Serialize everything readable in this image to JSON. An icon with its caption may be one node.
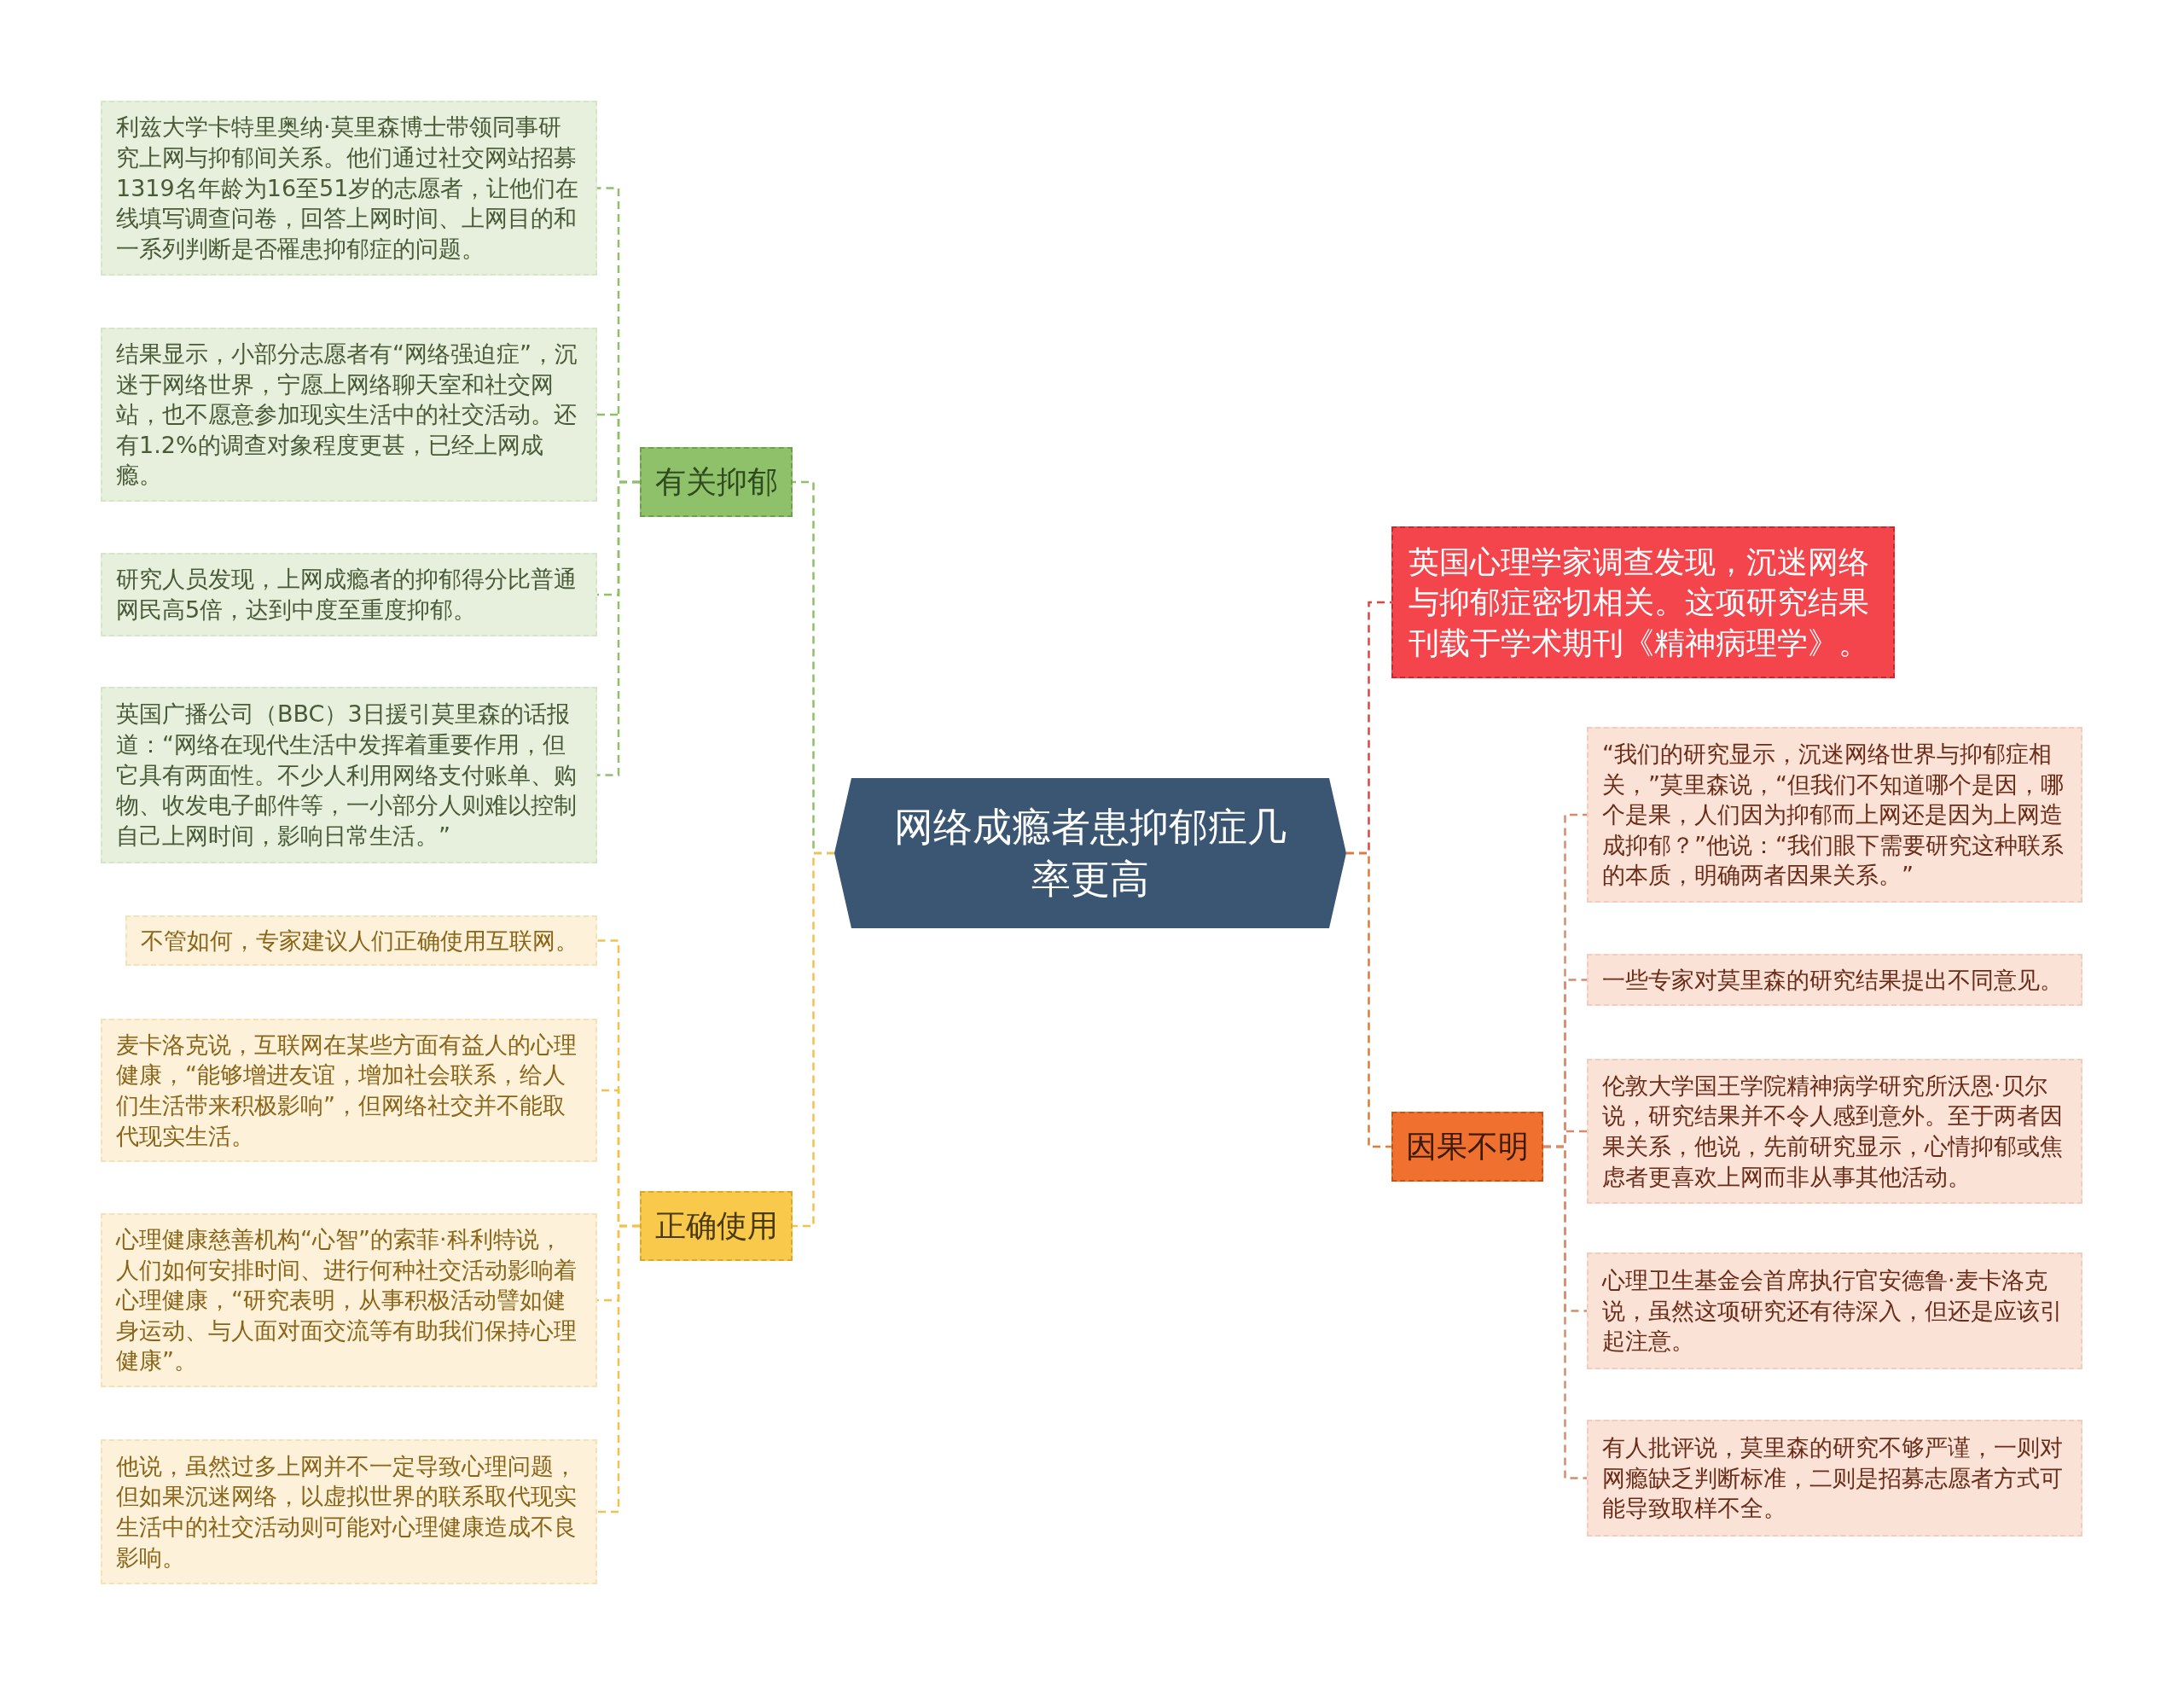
{
  "diagram": {
    "nodes": [
      {
        "text": [
          "网络成瘾者患抑郁症几率更高"
        ]
      },
      {
        "text": [
          "有关抑郁"
        ]
      },
      {
        "text": [
          "利兹大学卡特里奥纳·莫里森博士带领同事研究上网与抑郁间关系。他们通过社交网站招募1319名年龄为16至51岁的志愿者，让他们在线填写调查问卷，回答上网时间、上网目的和一系列判断是否罹患抑郁症的问题。"
        ]
      },
      {
        "text": [
          "结果显示，小部分志愿者有“网络强迫症”，沉迷于网络世界，宁愿上网络聊天室和社交网站，也不愿意参加现实生活中的社交活动。还有1.2%的调查对象程度更甚，已经上网成瘾。"
        ]
      },
      {
        "text": [
          "研究人员发现，上网成瘾者的抑郁得分比普通网民高5倍，达到中度至重度抑郁。"
        ]
      },
      {
        "text": [
          "英国广播公司（BBC）3日援引莫里森的话报道：“网络在现代生活中发挥着重要作用，但它具有两面性。不少人利用网络支付账单、购物、收发电子邮件等，一小部分人则难以控制自己上网时间，影响日常生活。”"
        ]
      },
      {
        "text": [
          "正确使用"
        ]
      },
      {
        "text": [
          "不管如何，专家建议人们正确使用互联网。"
        ]
      },
      {
        "text": [
          "麦卡洛克说，互联网在某些方面有益人的心理健康，“能够增进友谊，增加社会联系，给人们生活带来积极影响”，但网络社交并不能取代现实生活。"
        ]
      },
      {
        "text": [
          "心理健康慈善机构“心智”的索菲·科利特说，人们如何安排时间、进行何种社交活动影响着心理健康，“研究表明，从事积极活动譬如健身运动、与人面对面交流等有助我们保持心理健康”。"
        ]
      },
      {
        "text": [
          "他说，虽然过多上网并不一定导致心理问题，但如果沉迷网络，以虚拟世界的联系取代现实生活中的社交活动则可能对心理健康造成不良影响。"
        ]
      },
      {
        "text": [
          "英国心理学家调查发现，沉迷网络与抑郁症密切相关。这项研究结果刊载于学术期刊《精神病理学》。"
        ]
      },
      {
        "text": [
          "因果不明"
        ]
      },
      {
        "text": [
          "“我们的研究显示，沉迷网络世界与抑郁症相关，”莫里森说，“但我们不知道哪个是因，哪个是果，人们因为抑郁而上网还是因为上网造成抑郁？”他说：“我们眼下需要研究这种联系的本质，明确两者因果关系。”"
        ]
      },
      {
        "text": [
          "一些专家对莫里森的研究结果提出不同意见。"
        ]
      },
      {
        "text": [
          "伦敦大学国王学院精神病学研究所沃恩·贝尔说，研究结果并不令人感到意外。至于两者因果关系，他说，先前研究显示，心情抑郁或焦虑者更喜欢上网而非从事其他活动。"
        ]
      },
      {
        "text": [
          "心理卫生基金会首席执行官安德鲁·麦卡洛克说，虽然这项研究还有待深入，但还是应该引起注意。"
        ]
      },
      {
        "text": [
          "有人批评说，莫里森的研究不够严谨，一则对网瘾缺乏判断标准，二则是招募志愿者方式可能导致取样不全。"
        ]
      }
    ],
    "edges": [
      {
        "from": 0,
        "to": 1,
        "arrow": "none",
        "style": "dashed",
        "color": "#8fbf6a"
      },
      {
        "from": 1,
        "to": 2,
        "arrow": "none",
        "style": "dashed",
        "color": "#8fbf6a"
      },
      {
        "from": 1,
        "to": 3,
        "arrow": "none",
        "style": "dashed",
        "color": "#8fbf6a"
      },
      {
        "from": 1,
        "to": 4,
        "arrow": "none",
        "style": "dashed",
        "color": "#8fbf6a"
      },
      {
        "from": 1,
        "to": 5,
        "arrow": "none",
        "style": "dashed",
        "color": "#8fbf6a"
      },
      {
        "from": 0,
        "to": 6,
        "arrow": "none",
        "style": "dashed",
        "color": "#f2c14e"
      },
      {
        "from": 6,
        "to": 7,
        "arrow": "none",
        "style": "dashed",
        "color": "#f2c14e"
      },
      {
        "from": 6,
        "to": 8,
        "arrow": "none",
        "style": "dashed",
        "color": "#f2c14e"
      },
      {
        "from": 6,
        "to": 9,
        "arrow": "none",
        "style": "dashed",
        "color": "#f2c14e"
      },
      {
        "from": 6,
        "to": 10,
        "arrow": "none",
        "style": "dashed",
        "color": "#f2c14e"
      },
      {
        "from": 0,
        "to": 11,
        "arrow": "none",
        "style": "dashed",
        "color": "#e0443f"
      },
      {
        "from": 0,
        "to": 12,
        "arrow": "none",
        "style": "dashed",
        "color": "#e07a3a"
      },
      {
        "from": 12,
        "to": 13,
        "arrow": "none",
        "style": "dashed",
        "color": "#d98a6a"
      },
      {
        "from": 12,
        "to": 14,
        "arrow": "none",
        "style": "dashed",
        "color": "#d98a6a"
      },
      {
        "from": 12,
        "to": 15,
        "arrow": "none",
        "style": "dashed",
        "color": "#d98a6a"
      },
      {
        "from": 12,
        "to": 16,
        "arrow": "none",
        "style": "dashed",
        "color": "#d98a6a"
      },
      {
        "from": 12,
        "to": 17,
        "arrow": "none",
        "style": "dashed",
        "color": "#d98a6a"
      }
    ]
  }
}
